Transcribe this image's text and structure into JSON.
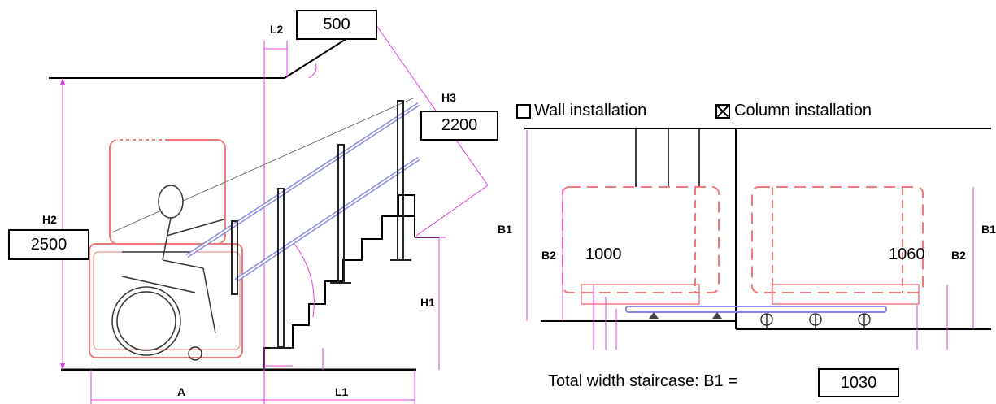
{
  "side_view": {
    "labels": {
      "l2": "L2",
      "h3": "H3",
      "h2": "H2",
      "h1": "H1",
      "a": "A",
      "l1": "L1"
    },
    "values": {
      "l2_value": "500",
      "h3_value": "2200",
      "h2_value": "2500"
    }
  },
  "top_view": {
    "options": {
      "wall": {
        "label": "Wall installation",
        "checked": false
      },
      "column": {
        "label": "Column installation",
        "checked": true
      }
    },
    "labels": {
      "b1_left": "B1",
      "b2_left": "B2",
      "b2_right": "B2",
      "b1_right": "B1"
    },
    "values": {
      "left_width": "1000",
      "right_width": "1060"
    },
    "total": {
      "label": "Total width staircase: B1 =",
      "value": "1030"
    }
  },
  "colors": {
    "line": "#000000",
    "platform": "#f07a7a",
    "rail": "#8a8ae6",
    "dimension": "#e040e0"
  }
}
